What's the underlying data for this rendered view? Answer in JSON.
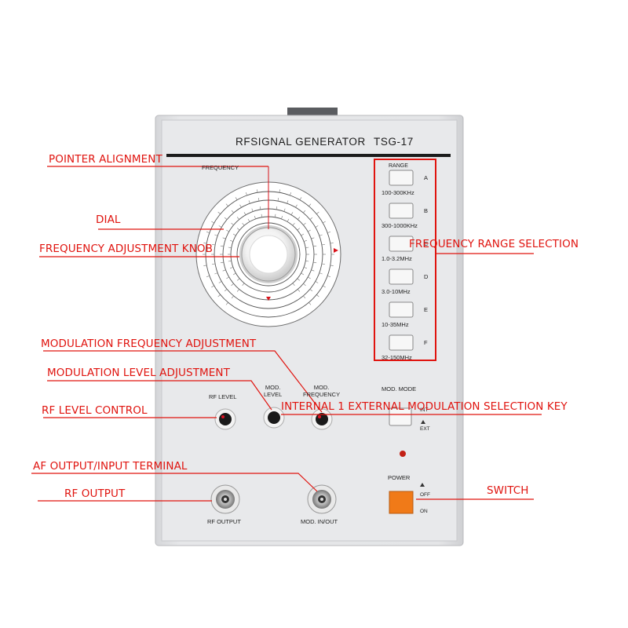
{
  "device": {
    "title": "RFSIGNAL GENERATOR",
    "model": "TSG-17",
    "frequency_label": "FREQUENCY",
    "range_label": "RANGE",
    "ranges": [
      {
        "key": "A",
        "span": "100-300KHz"
      },
      {
        "key": "B",
        "span": "300-1000KHz"
      },
      {
        "key": "C",
        "span": "1.0-3.2MHz"
      },
      {
        "key": "D",
        "span": "3.0-10MHz"
      },
      {
        "key": "E",
        "span": "10-35MHz"
      },
      {
        "key": "F",
        "span": "32-150MHz"
      }
    ],
    "rf_level_label": "RF LEVEL",
    "mod_level_label": "MOD.\nLEVEL",
    "mod_frequency_label": "MOD.\nFREQUENCY",
    "mod_mode_label": "MOD. MODE",
    "int_label": "INT",
    "ext_label": "EXT",
    "power_label": "POWER",
    "off_label": "OFF",
    "on_label": "ON",
    "rf_output_label": "RF OUTPUT",
    "mod_inout_label": "MOD. IN/OUT"
  },
  "callouts": {
    "pointer_alignment": "POINTER ALIGNMENT",
    "dial": "DIAL",
    "frequency_knob": "FREQUENCY ADJUSTMENT KNOB",
    "frequency_range_selection": "FREQUENCY RANGE SELECTION",
    "modulation_frequency": "MODULATION FREQUENCY ADJUSTMENT",
    "modulation_level": "MODULATION LEVEL ADJUSTMENT",
    "rf_level_control": "RF LEVEL CONTROL",
    "int_ext_selection": "INTERNAL 1 EXTERNAL MODULATION SELECTION KEY",
    "af_output": "AF OUTPUT/INPUT TERMINAL",
    "rf_output": "RF OUTPUT",
    "switch": "SWITCH"
  },
  "colors": {
    "callout": "#e0140f",
    "panel": "#e3e4e6",
    "power_button": "#f07a18"
  }
}
